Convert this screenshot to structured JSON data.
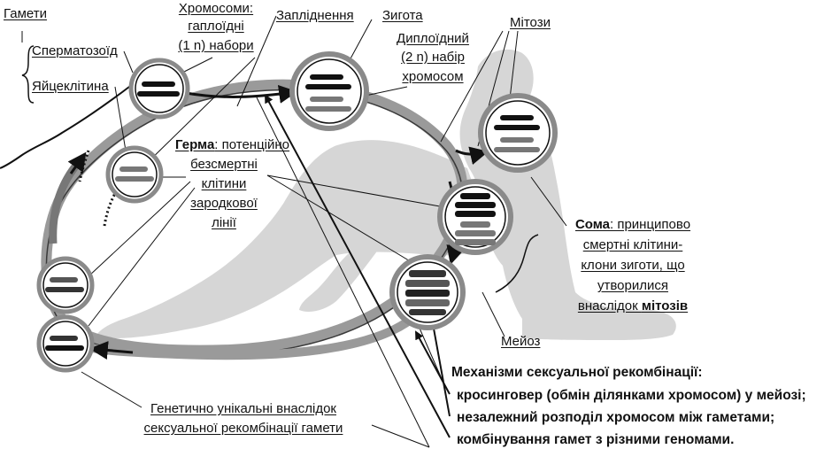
{
  "labels": {
    "gametes": "Гамети",
    "spermatozoid": "Сперматозоїд",
    "egg_cell": "Яйцеклітина",
    "haploid_l1": "Хромосоми:",
    "haploid_l2": "гаплоїдні",
    "haploid_l3": "(1 n) набори",
    "fertilization": "Запліднення",
    "zygote": "Зигота",
    "diploid_l1": "Диплоїдний",
    "diploid_l2": "(2 n) набір",
    "diploid_l3": "хромосом",
    "mitoses": "Мітози",
    "germ_title": "Герма",
    "germ_l1": ": потенційно",
    "germ_l2": "безсмертні",
    "germ_l3": "клітини",
    "germ_l4": "зародкової",
    "germ_l5": "лінії",
    "soma_title": "Сома",
    "soma_l1": ": принципово",
    "soma_l2": "смертні клітини-",
    "soma_l3": "клони зиготи, що",
    "soma_l4": "утворилися",
    "soma_l5a": "внаслідок ",
    "soma_l5b": "мітозів",
    "meiosis": "Мейоз",
    "unique_l1": "Генетично унікальні внаслідок",
    "unique_l2": "сексуальної рекомбінації гамети",
    "mech_title": "Механізми сексуальної  рекомбінації:",
    "mech_1": "кросинговер (обмін ділянками хромосом) у мейозі;",
    "mech_2": "незалежний розподіл хромосом між гаметами;",
    "mech_3": "комбінування гамет з різними геномами."
  },
  "colors": {
    "silhouette": "#d4d4d4",
    "circle_fill": "#ffffff",
    "circle_ring": "#8a8a8a",
    "chromosome_dark": "#111111",
    "chromosome_grey": "#7a7a7a",
    "line": "#111111"
  }
}
